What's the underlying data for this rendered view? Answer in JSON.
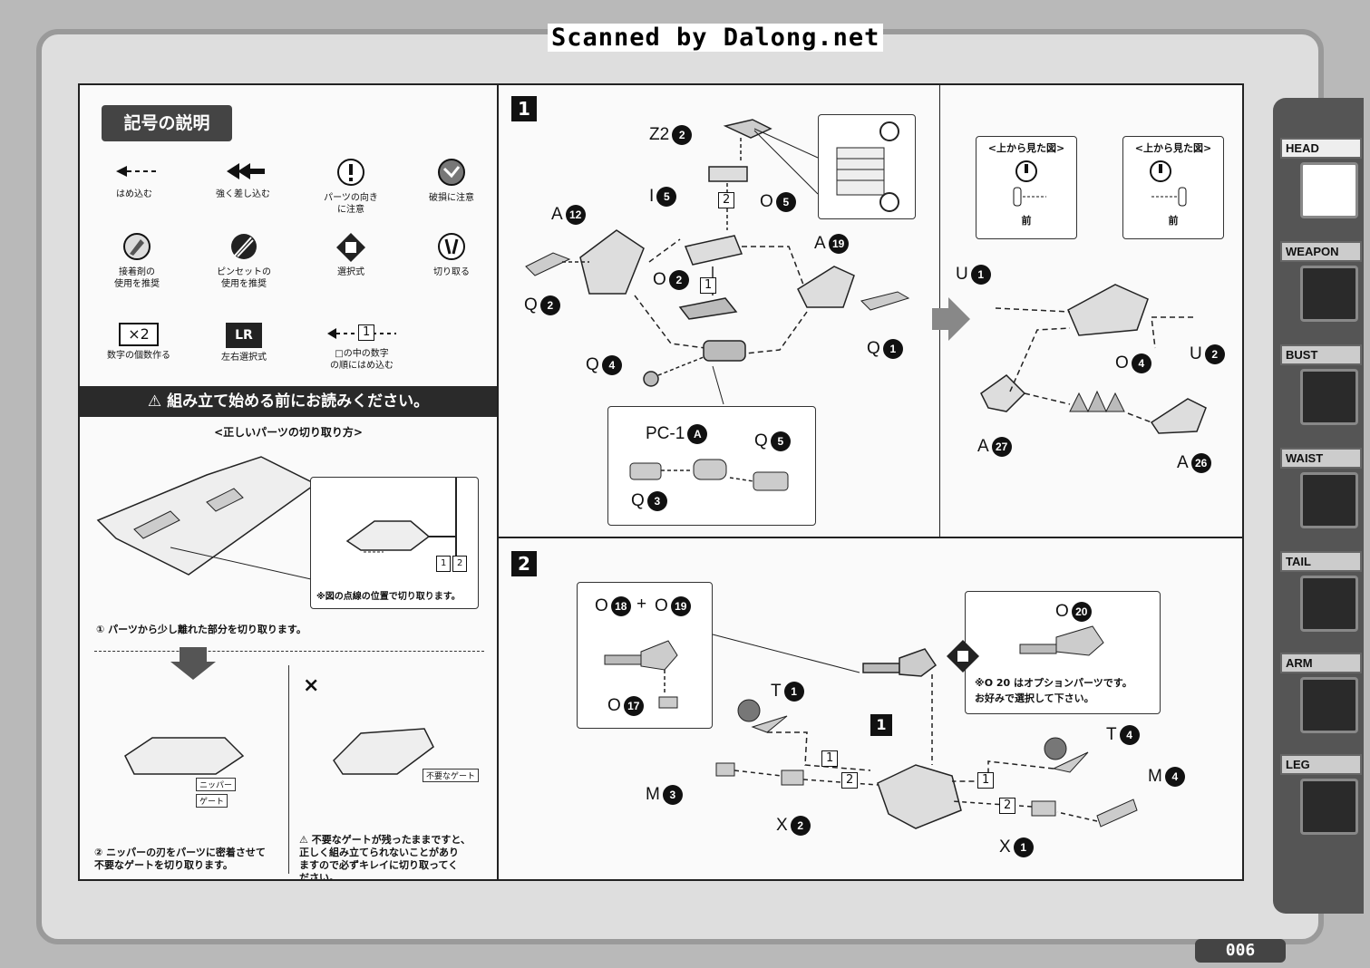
{
  "watermark": "Scanned by Dalong.net",
  "page_number": "006",
  "legend": {
    "title": "記号の説明",
    "items": [
      {
        "icon": "dashed-arrow-icon",
        "label": "はめ込む"
      },
      {
        "icon": "double-arrow-icon",
        "label": "強く差し込む"
      },
      {
        "icon": "exclamation-circle-icon",
        "label": "パーツの向き\nに注意"
      },
      {
        "icon": "damage-icon",
        "label": "破損に注意"
      },
      {
        "icon": "glue-icon",
        "label": "接着剤の\n使用を推奨"
      },
      {
        "icon": "tweezers-icon",
        "label": "ピンセットの\n使用を推奨"
      },
      {
        "icon": "choice-icon",
        "label": "選択式"
      },
      {
        "icon": "cut-icon",
        "label": "切り取る"
      },
      {
        "icon": "x2-icon",
        "label": "数字の個数作る",
        "badge": "×2"
      },
      {
        "icon": "lr-icon",
        "label": "左右選択式",
        "badge": "LR"
      },
      {
        "icon": "numbered-arrow-icon",
        "label": "□の中の数字\nの順にはめ込む",
        "badge": "1"
      }
    ]
  },
  "warning_header": "組み立て始める前にお読みください。",
  "cutting": {
    "subtitle": "<正しいパーツの切り取り方>",
    "inset_note": "※図の点線の位置で切り取ります。",
    "inset_badges": [
      "1",
      "2"
    ],
    "step1": "① パーツから少し離れた部分を切り取ります。",
    "wrong_mark": "×",
    "nipper_label": "ニッパー",
    "gate_label": "ゲート",
    "bad_gate_label": "不要なゲート",
    "step2": "② ニッパーの刃をパーツに密着させて\n不要なゲートを切り取ります。",
    "warning": "不要なゲートが残ったままですと、\n正しく組み立てられないことがあり\nますので必ずキレイに切り取ってく\nださい。"
  },
  "step1": {
    "number": "1",
    "labels": [
      {
        "id": "z2-2",
        "text": "Z2",
        "n": "2"
      },
      {
        "id": "i-5",
        "text": "I",
        "n": "5"
      },
      {
        "id": "o-5",
        "text": "O",
        "n": "5"
      },
      {
        "id": "a-12",
        "text": "A",
        "n": "12"
      },
      {
        "id": "o-2",
        "text": "O",
        "n": "2"
      },
      {
        "id": "a-19",
        "text": "A",
        "n": "19"
      },
      {
        "id": "q-2",
        "text": "Q",
        "n": "2"
      },
      {
        "id": "q-1",
        "text": "Q",
        "n": "1"
      },
      {
        "id": "q-4",
        "text": "Q",
        "n": "4"
      },
      {
        "id": "pc1-a",
        "text": "PC-1",
        "n": "A"
      },
      {
        "id": "q-5",
        "text": "Q",
        "n": "5"
      },
      {
        "id": "q-3",
        "text": "Q",
        "n": "3"
      },
      {
        "id": "u-1",
        "text": "U",
        "n": "1"
      },
      {
        "id": "u-2",
        "text": "U",
        "n": "2"
      },
      {
        "id": "o-4",
        "text": "O",
        "n": "4"
      },
      {
        "id": "a-27",
        "text": "A",
        "n": "27"
      },
      {
        "id": "a-26",
        "text": "A",
        "n": "26"
      }
    ],
    "order_badges": [
      "2",
      "1"
    ],
    "top_view_title": "<上から見た図>",
    "front_label": "前"
  },
  "step2": {
    "number": "2",
    "inset_title_left": "O 18 + O 19",
    "labels": [
      {
        "id": "o-18",
        "text": "O",
        "n": "18"
      },
      {
        "id": "o-19",
        "text": "O",
        "n": "19"
      },
      {
        "id": "o-17",
        "text": "O",
        "n": "17"
      },
      {
        "id": "t-1",
        "text": "T",
        "n": "1"
      },
      {
        "id": "m-3",
        "text": "M",
        "n": "3"
      },
      {
        "id": "x-2",
        "text": "X",
        "n": "2"
      },
      {
        "id": "t-4",
        "text": "T",
        "n": "4"
      },
      {
        "id": "m-4",
        "text": "M",
        "n": "4"
      },
      {
        "id": "x-1",
        "text": "X",
        "n": "1"
      },
      {
        "id": "o-20",
        "text": "O",
        "n": "20"
      }
    ],
    "sub_step": "1",
    "order_badges": [
      "1",
      "2",
      "1",
      "2"
    ],
    "option_note": "※O 20 はオプションパーツです。\nお好みで選択して下さい。"
  },
  "tabs": [
    {
      "label": "HEAD",
      "active": true
    },
    {
      "label": "WEAPON",
      "active": false
    },
    {
      "label": "BUST",
      "active": false
    },
    {
      "label": "WAIST",
      "active": false
    },
    {
      "label": "TAIL",
      "active": false
    },
    {
      "label": "ARM",
      "active": false
    },
    {
      "label": "LEG",
      "active": false
    }
  ]
}
